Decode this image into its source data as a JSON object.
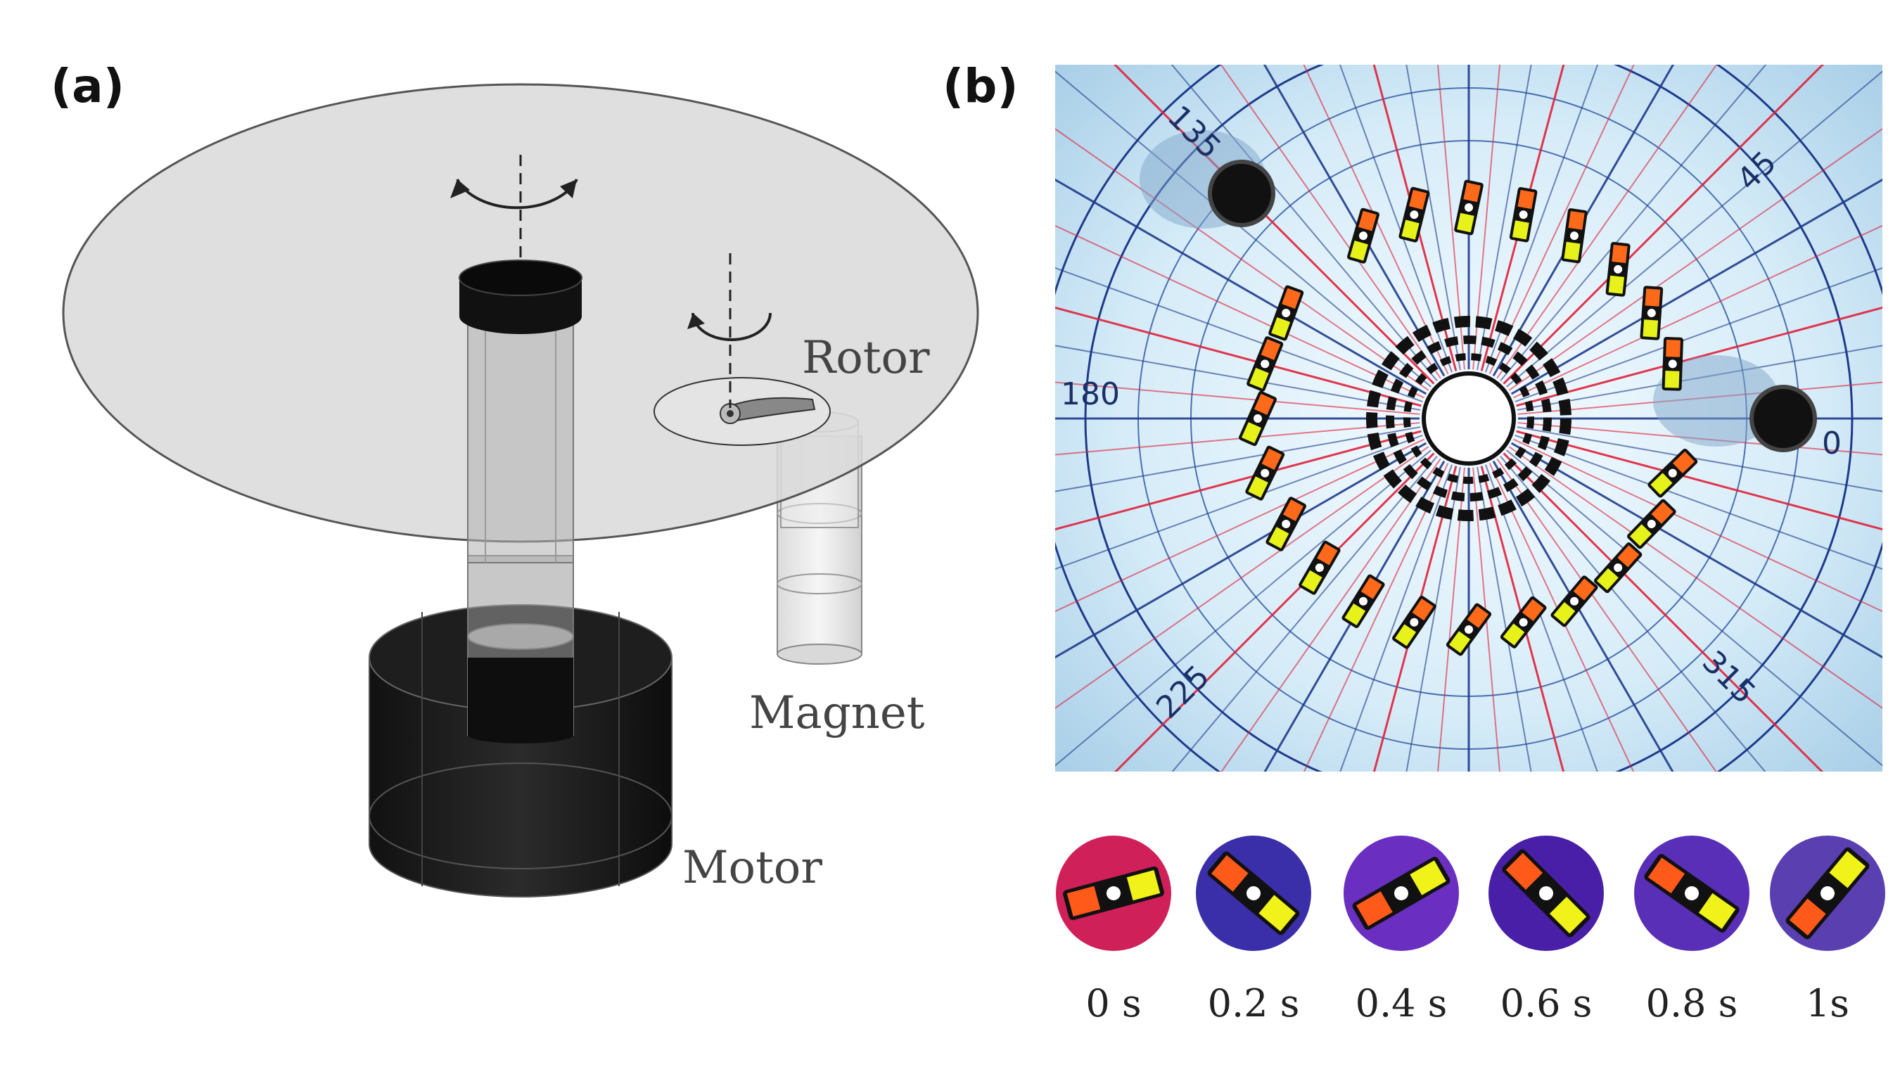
{
  "panels": {
    "a": {
      "label": "(a)",
      "components": {
        "rotor": "Rotor",
        "magnet": "Magnet",
        "motor": "Motor"
      }
    },
    "b": {
      "label": "(b)",
      "angle_marks": [
        "135",
        "45",
        "180",
        "0",
        "225",
        "315"
      ],
      "time_labels": [
        "0 s",
        "0.2 s",
        "0.4 s",
        "0.6 s",
        "0.8 s",
        "1s"
      ]
    }
  },
  "colors": {
    "disk": "#d9d9d9",
    "motor": "#1c1c1c",
    "photo_background": "#d8ecf6",
    "scale_lines": "#1e3a8a",
    "red_lines": "#e0203a",
    "rotor_orange": "#ff6a1a",
    "rotor_yellow": "#e6f21a",
    "snapshot_purple": "#5a1fb0"
  }
}
